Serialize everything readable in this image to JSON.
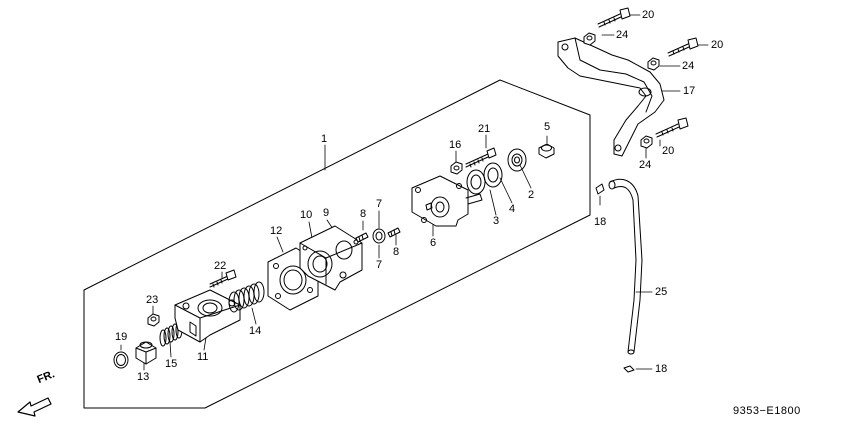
{
  "diagram": {
    "code": "9353−E1800",
    "direction_label": "FR.",
    "callouts": [
      {
        "id": "c1",
        "text": "1"
      },
      {
        "id": "c2",
        "text": "2"
      },
      {
        "id": "c3",
        "text": "3"
      },
      {
        "id": "c4",
        "text": "4"
      },
      {
        "id": "c5",
        "text": "5"
      },
      {
        "id": "c6",
        "text": "6"
      },
      {
        "id": "c7a",
        "text": "7"
      },
      {
        "id": "c7b",
        "text": "7"
      },
      {
        "id": "c8a",
        "text": "8"
      },
      {
        "id": "c8b",
        "text": "8"
      },
      {
        "id": "c9",
        "text": "9"
      },
      {
        "id": "c10",
        "text": "10"
      },
      {
        "id": "c11",
        "text": "11"
      },
      {
        "id": "c12",
        "text": "12"
      },
      {
        "id": "c13",
        "text": "13"
      },
      {
        "id": "c14",
        "text": "14"
      },
      {
        "id": "c15",
        "text": "15"
      },
      {
        "id": "c16",
        "text": "16"
      },
      {
        "id": "c17",
        "text": "17"
      },
      {
        "id": "c18a",
        "text": "18"
      },
      {
        "id": "c18b",
        "text": "18"
      },
      {
        "id": "c19",
        "text": "19"
      },
      {
        "id": "c20a",
        "text": "20"
      },
      {
        "id": "c20b",
        "text": "20"
      },
      {
        "id": "c20c",
        "text": "20"
      },
      {
        "id": "c21",
        "text": "21"
      },
      {
        "id": "c22",
        "text": "22"
      },
      {
        "id": "c23",
        "text": "23"
      },
      {
        "id": "c24a",
        "text": "24"
      },
      {
        "id": "c24b",
        "text": "24"
      },
      {
        "id": "c24c",
        "text": "24"
      },
      {
        "id": "c25",
        "text": "25"
      }
    ]
  }
}
